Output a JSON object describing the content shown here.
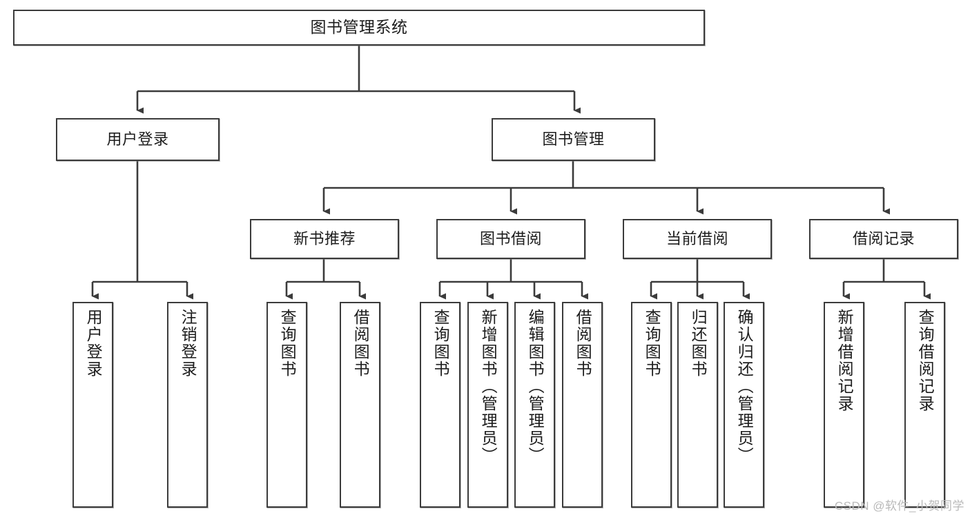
{
  "diagram": {
    "type": "tree",
    "title": "图书管理系统",
    "watermark": "CSDN @软件_小贺同学",
    "nodes": {
      "root": {
        "label": "图书管理系统"
      },
      "l2": [
        {
          "id": "user-login",
          "label": "用户登录"
        },
        {
          "id": "book-manage",
          "label": "图书管理"
        }
      ],
      "l3": [
        {
          "id": "new-book-recommend",
          "label": "新书推荐"
        },
        {
          "id": "book-borrow",
          "label": "图书借阅"
        },
        {
          "id": "current-borrow",
          "label": "当前借阅"
        },
        {
          "id": "borrow-record",
          "label": "借阅记录"
        }
      ],
      "leaves": [
        {
          "id": "leaf-user-login",
          "label": "用户登录",
          "parent": "user-login"
        },
        {
          "id": "leaf-logout",
          "label": "注销登录",
          "parent": "user-login"
        },
        {
          "id": "leaf-query-book-1",
          "label": "查询图书",
          "parent": "new-book-recommend"
        },
        {
          "id": "leaf-borrow-book-1",
          "label": "借阅图书",
          "parent": "new-book-recommend"
        },
        {
          "id": "leaf-query-book-2",
          "label": "查询图书",
          "parent": "book-borrow"
        },
        {
          "id": "leaf-add-book",
          "label": "新增图书（管理员）",
          "parent": "book-borrow"
        },
        {
          "id": "leaf-edit-book",
          "label": "编辑图书（管理员）",
          "parent": "book-borrow"
        },
        {
          "id": "leaf-borrow-book-2",
          "label": "借阅图书",
          "parent": "book-borrow"
        },
        {
          "id": "leaf-query-book-3",
          "label": "查询图书",
          "parent": "current-borrow"
        },
        {
          "id": "leaf-return-book",
          "label": "归还图书",
          "parent": "current-borrow"
        },
        {
          "id": "leaf-confirm-return",
          "label": "确认归还（管理员）",
          "parent": "current-borrow"
        },
        {
          "id": "leaf-add-record",
          "label": "新增借阅记录",
          "parent": "borrow-record"
        },
        {
          "id": "leaf-query-record",
          "label": "查询借阅记录",
          "parent": "borrow-record"
        }
      ]
    },
    "colors": {
      "border": "#3b3b3b",
      "text": "#1c1c1c",
      "background": "#ffffff",
      "watermark": "#b9b9b9"
    }
  }
}
